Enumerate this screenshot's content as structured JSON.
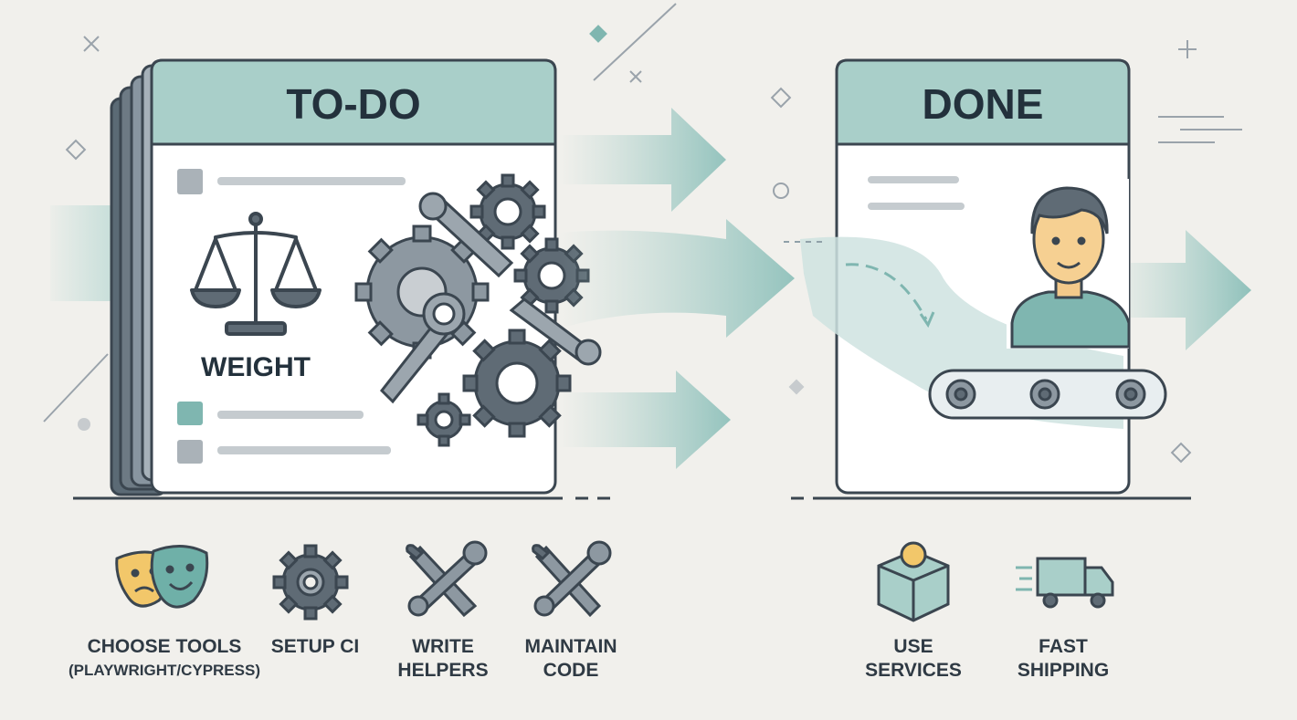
{
  "todo_card": {
    "title": "TO-DO",
    "weight_label": "WEIGHT"
  },
  "done_card": {
    "title": "DONE"
  },
  "todo_items": [
    {
      "icon": "theater-masks-icon",
      "line1": "CHOOSE TOOLS",
      "line2": "(PLAYWRIGHT/CYPRESS)"
    },
    {
      "icon": "gear-icon",
      "line1": "SETUP CI",
      "line2": ""
    },
    {
      "icon": "tools-icon",
      "line1": "WRITE",
      "line2": "HELPERS"
    },
    {
      "icon": "tools-icon",
      "line1": "MAINTAIN",
      "line2": "CODE"
    }
  ],
  "done_items": [
    {
      "icon": "package-icon",
      "line1": "USE",
      "line2": "SERVICES"
    },
    {
      "icon": "delivery-truck-icon",
      "line1": "FAST",
      "line2": "SHIPPING"
    }
  ],
  "colors": {
    "background": "#f1f0ec",
    "card_header": "#a9cfc9",
    "teal_accent": "#7fb6b0",
    "outline": "#3b4650",
    "gear_gray": "#5f6b75"
  }
}
